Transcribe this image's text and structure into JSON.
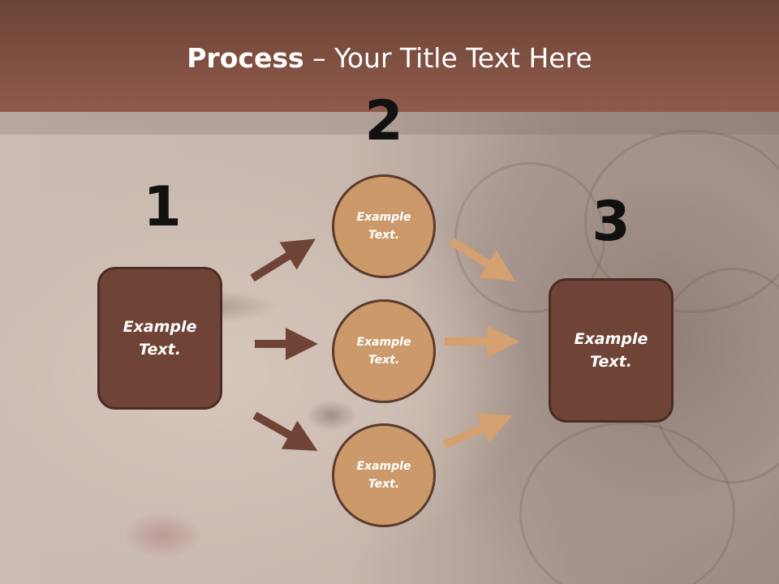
{
  "title": {
    "bold": "Process",
    "rest": " – Your Title Text Here"
  },
  "steps": {
    "one": "1",
    "two": "2",
    "three": "3"
  },
  "boxes": {
    "left": "Example Text.",
    "right": "Example Text."
  },
  "circles": {
    "top": "Example Text.",
    "middle": "Example Text.",
    "bottom": "Example Text."
  },
  "colors": {
    "header": "#8f5a4b",
    "box": "#6f4335",
    "circle": "#cc9a6a",
    "arrow_dark": "#6f4335",
    "arrow_light": "#d4a070"
  }
}
